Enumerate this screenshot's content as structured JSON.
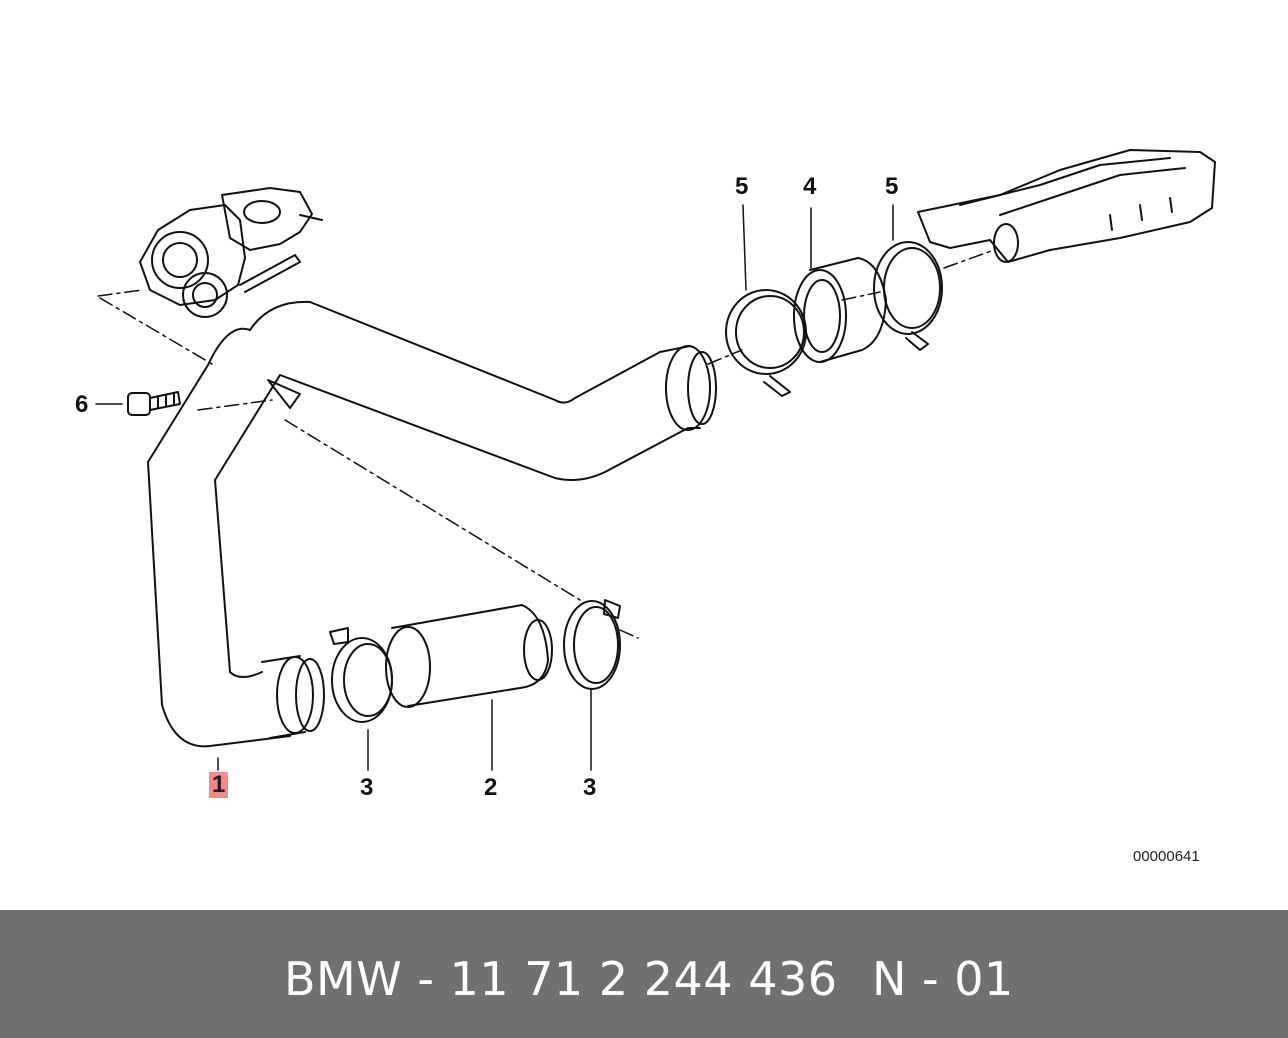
{
  "diagram": {
    "callouts": [
      {
        "id": "1",
        "label": "1",
        "highlighted": true
      },
      {
        "id": "2",
        "label": "2",
        "highlighted": false
      },
      {
        "id": "3a",
        "label": "3",
        "highlighted": false
      },
      {
        "id": "3b",
        "label": "3",
        "highlighted": false
      },
      {
        "id": "4",
        "label": "4",
        "highlighted": false
      },
      {
        "id": "5a",
        "label": "5",
        "highlighted": false
      },
      {
        "id": "5b",
        "label": "5",
        "highlighted": false
      },
      {
        "id": "6",
        "label": "6",
        "highlighted": false
      }
    ],
    "reference_code": "00000641",
    "highlight_color": "#f28a8a"
  },
  "footer": {
    "part_number": "BMW - 11 71 2 244 436",
    "page": "N - 01",
    "background_color": "#707070"
  }
}
